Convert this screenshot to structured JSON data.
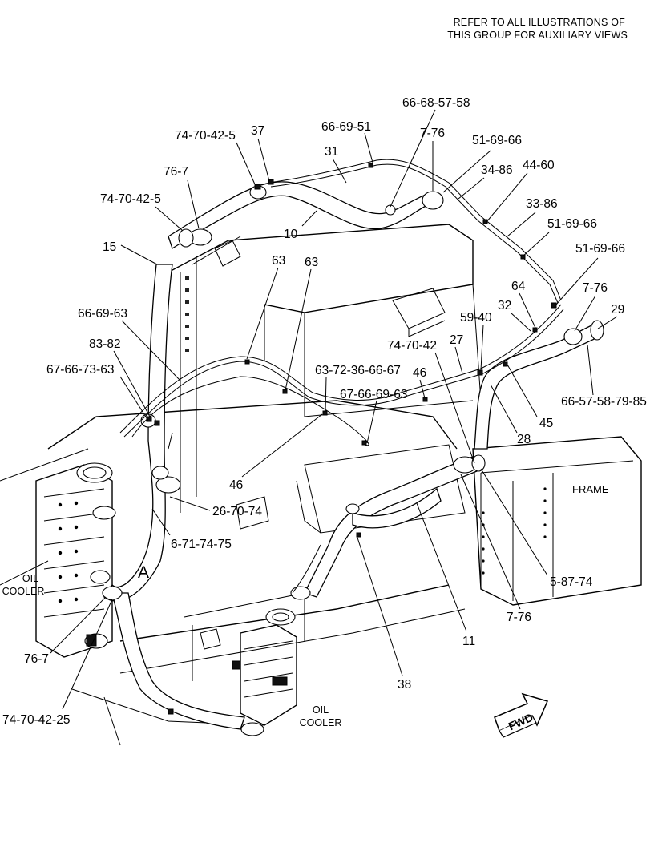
{
  "note": {
    "line1": "REFER TO ALL ILLUSTRATIONS OF",
    "line2": "THIS GROUP FOR AUXILIARY VIEWS"
  },
  "labels": {
    "frame": "FRAME",
    "oil_cooler_left_1": "OIL",
    "oil_cooler_left_2": "COOLER",
    "oil_cooler_right_1": "OIL",
    "oil_cooler_right_2": "COOLER",
    "view_a": "A",
    "fwd": "FWD"
  },
  "callouts": [
    "66-68-57-58",
    "74-70-42-5",
    "37",
    "66-69-51",
    "7-76",
    "51-69-66",
    "31",
    "34-86",
    "44-60",
    "76-7",
    "33-86",
    "74-70-42-5",
    "10",
    "51-69-66",
    "15",
    "51-69-66",
    "63",
    "63",
    "64",
    "7-76",
    "66-69-63",
    "32",
    "29",
    "59-40",
    "83-82",
    "74-70-42",
    "27",
    "67-66-73-63",
    "63-72-36-66-67",
    "46",
    "66-57-58-79-85",
    "67-66-69-63",
    "45",
    "28",
    "46",
    "26-70-74",
    "6-71-74-75",
    "5-87-74",
    "7-76",
    "11",
    "76-7",
    "38",
    "74-70-42-25"
  ]
}
